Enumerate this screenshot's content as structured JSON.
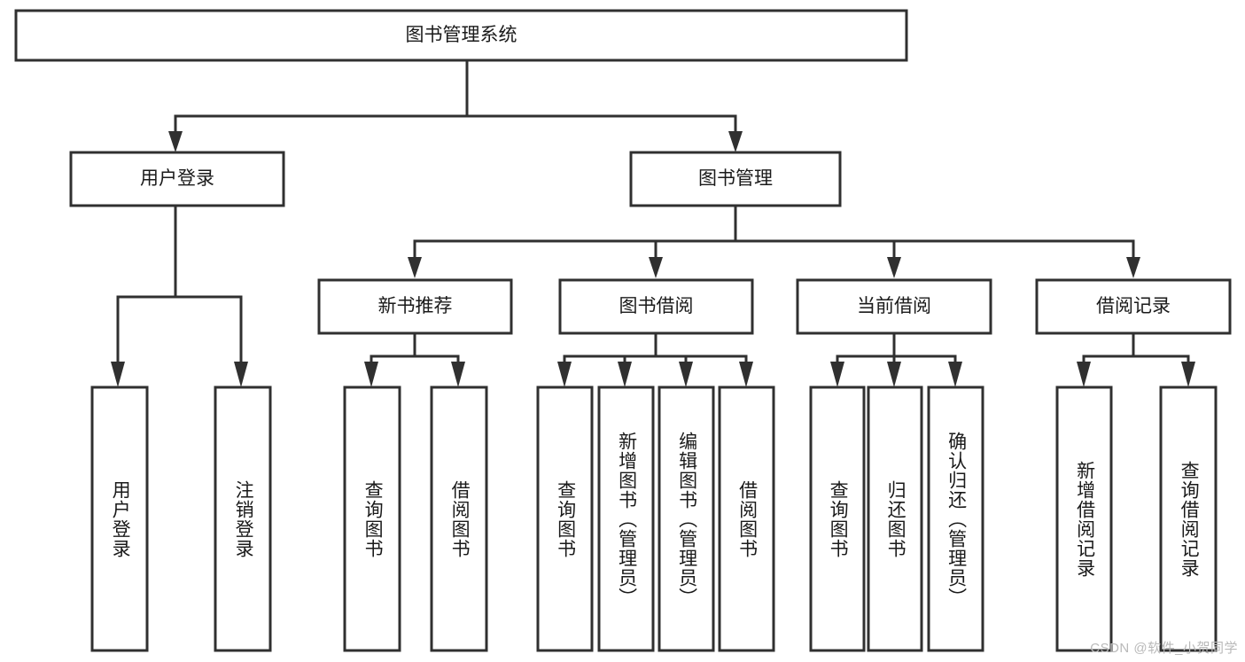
{
  "diagram": {
    "title": "图书管理系统",
    "type": "tree-hierarchy",
    "watermark": "CSDN @软件_小贺同学",
    "colors": {
      "stroke": "#303030",
      "fill": "#ffffff",
      "text": "#1a1a1a",
      "watermark": "#b9b9b9"
    },
    "nodes": {
      "root": {
        "label": "图书管理系统",
        "level": 1,
        "orientation": "horizontal"
      },
      "user_login": {
        "label": "用户登录",
        "level": 2,
        "orientation": "horizontal"
      },
      "book_manage": {
        "label": "图书管理",
        "level": 2,
        "orientation": "horizontal"
      },
      "new_book_rec": {
        "label": "新书推荐",
        "level": 3,
        "orientation": "horizontal"
      },
      "book_borrow": {
        "label": "图书借阅",
        "level": 3,
        "orientation": "horizontal"
      },
      "current_borrow": {
        "label": "当前借阅",
        "level": 3,
        "orientation": "horizontal"
      },
      "borrow_record": {
        "label": "借阅记录",
        "level": 3,
        "orientation": "horizontal"
      },
      "leaf_user_login": {
        "label": "用户登录",
        "level": 4,
        "orientation": "vertical"
      },
      "leaf_logout": {
        "label": "注销登录",
        "level": 4,
        "orientation": "vertical"
      },
      "leaf_query_book_1": {
        "label": "查询图书",
        "level": 4,
        "orientation": "vertical"
      },
      "leaf_borrow_book_1": {
        "label": "借阅图书",
        "level": 4,
        "orientation": "vertical"
      },
      "leaf_query_book_2": {
        "label": "查询图书",
        "level": 4,
        "orientation": "vertical"
      },
      "leaf_add_book": {
        "label": "新增图书（管理员）",
        "level": 4,
        "orientation": "vertical"
      },
      "leaf_edit_book": {
        "label": "编辑图书（管理员）",
        "level": 4,
        "orientation": "vertical"
      },
      "leaf_borrow_book_2": {
        "label": "借阅图书",
        "level": 4,
        "orientation": "vertical"
      },
      "leaf_query_book_3": {
        "label": "查询图书",
        "level": 4,
        "orientation": "vertical"
      },
      "leaf_return_book": {
        "label": "归还图书",
        "level": 4,
        "orientation": "vertical"
      },
      "leaf_confirm_return": {
        "label": "确认归还（管理员）",
        "level": 4,
        "orientation": "vertical"
      },
      "leaf_add_record": {
        "label": "新增借阅记录",
        "level": 4,
        "orientation": "vertical"
      },
      "leaf_query_record": {
        "label": "查询借阅记录",
        "level": 4,
        "orientation": "vertical"
      }
    },
    "edges": [
      {
        "from": "root",
        "to": "user_login"
      },
      {
        "from": "root",
        "to": "book_manage"
      },
      {
        "from": "user_login",
        "to": "leaf_user_login"
      },
      {
        "from": "user_login",
        "to": "leaf_logout"
      },
      {
        "from": "book_manage",
        "to": "new_book_rec"
      },
      {
        "from": "book_manage",
        "to": "book_borrow"
      },
      {
        "from": "book_manage",
        "to": "current_borrow"
      },
      {
        "from": "book_manage",
        "to": "borrow_record"
      },
      {
        "from": "new_book_rec",
        "to": "leaf_query_book_1"
      },
      {
        "from": "new_book_rec",
        "to": "leaf_borrow_book_1"
      },
      {
        "from": "book_borrow",
        "to": "leaf_query_book_2"
      },
      {
        "from": "book_borrow",
        "to": "leaf_add_book"
      },
      {
        "from": "book_borrow",
        "to": "leaf_edit_book"
      },
      {
        "from": "book_borrow",
        "to": "leaf_borrow_book_2"
      },
      {
        "from": "current_borrow",
        "to": "leaf_query_book_3"
      },
      {
        "from": "current_borrow",
        "to": "leaf_return_book"
      },
      {
        "from": "current_borrow",
        "to": "leaf_confirm_return"
      },
      {
        "from": "borrow_record",
        "to": "leaf_add_record"
      },
      {
        "from": "borrow_record",
        "to": "leaf_query_record"
      }
    ]
  }
}
